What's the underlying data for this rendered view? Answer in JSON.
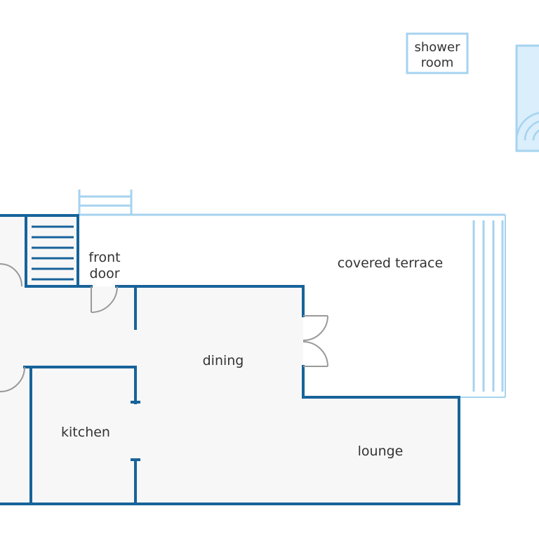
{
  "colors": {
    "wall": "#17639a",
    "light_wall": "#a6d3ef",
    "floor": "#f7f7f7",
    "door": "#9a9a9a",
    "text": "#333333",
    "background": "#ffffff"
  },
  "rooms": {
    "shower_room": {
      "line1": "shower",
      "line2": "room"
    },
    "front_door": {
      "line1": "front",
      "line2": "door"
    },
    "covered_terrace": "covered terrace",
    "dining": "dining",
    "kitchen": "kitchen",
    "lounge": "lounge"
  }
}
